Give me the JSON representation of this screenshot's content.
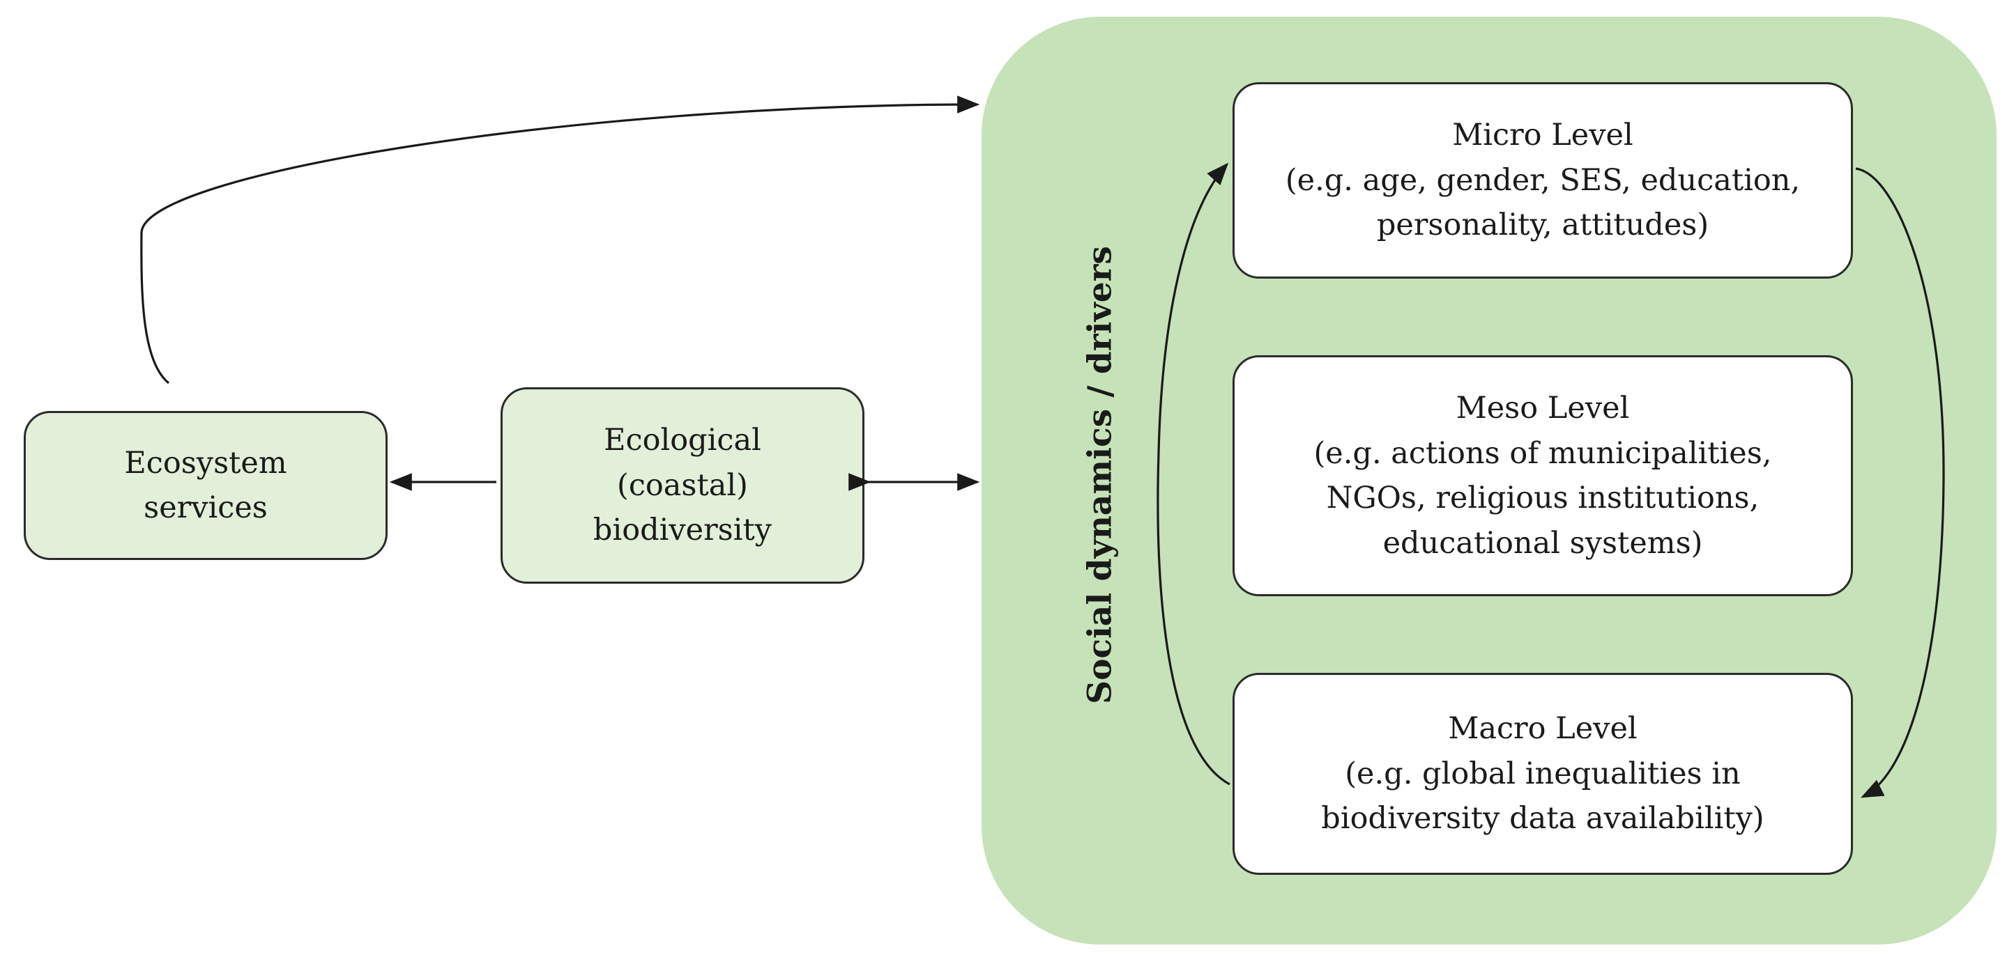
{
  "diagram": {
    "panel_label": "Social dynamics / drivers",
    "ecosystem_services": {
      "line1": "Ecosystem",
      "line2": "services"
    },
    "ecological_biodiversity": {
      "line1": "Ecological",
      "line2": "(coastal)",
      "line3": "biodiversity"
    },
    "micro_level": {
      "title": "Micro Level",
      "line1": "(e.g. age, gender, SES, education,",
      "line2": "personality, attitudes)"
    },
    "meso_level": {
      "title": "Meso Level",
      "line1": "(e.g. actions of municipalities,",
      "line2": "NGOs, religious institutions,",
      "line3": "educational systems)"
    },
    "macro_level": {
      "title": "Macro Level",
      "line1": "(e.g. global inequalities in",
      "line2": "biodiversity data availability)"
    },
    "colors": {
      "panel_fill": "#c6e2b8",
      "left_box_fill": "#e2efd9",
      "level_box_fill": "#ffffff",
      "stroke": "#2b2b2b"
    }
  }
}
